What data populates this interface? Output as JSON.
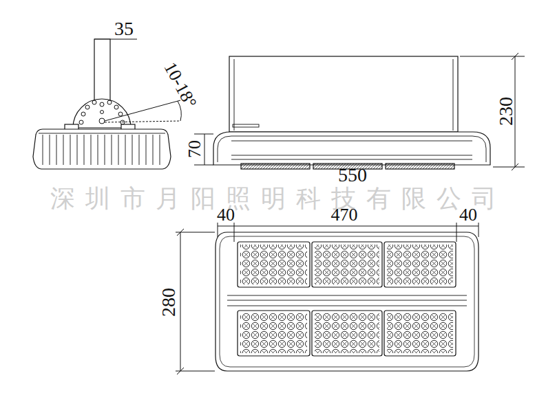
{
  "diagram": {
    "labels": [
      "35",
      "10-18°",
      "70",
      "230",
      "550",
      "深圳市月阳照明科技有限公司",
      "40",
      "470",
      "40",
      "280"
    ]
  }
}
